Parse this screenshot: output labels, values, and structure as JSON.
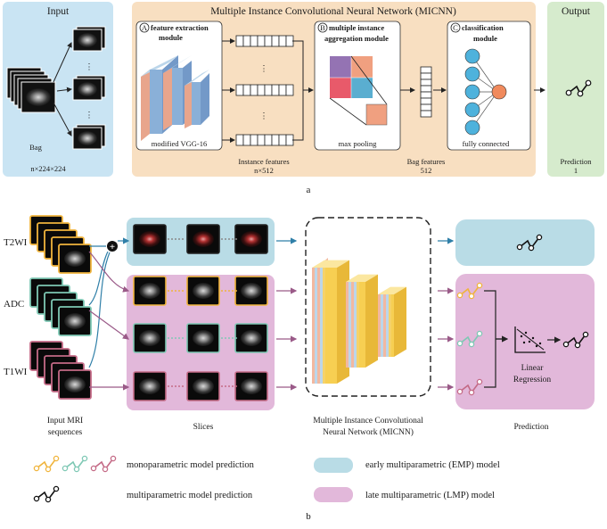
{
  "panel_a": {
    "input": {
      "title": "Input",
      "bag_label": "Bag",
      "bag_dims": "n×224×224"
    },
    "micnn": {
      "title": "Multiple Instance Convolutional Neural Network (MICNN)"
    },
    "module_a": {
      "badge": "A",
      "title_line1": "feature extraction",
      "title_line2": "module",
      "caption": "modified VGG-16"
    },
    "module_b": {
      "badge": "B",
      "title_line1": "multiple instance",
      "title_line2": "aggregation module",
      "caption": "max pooling"
    },
    "module_c": {
      "badge": "C",
      "title_line1": "classification",
      "title_line2": "module",
      "caption": "fully connected"
    },
    "instance_features": {
      "label": "Instance features",
      "dims": "n×512"
    },
    "bag_features": {
      "label": "Bag features",
      "dims": "512"
    },
    "output": {
      "title": "Output",
      "prediction_label": "Prediction",
      "prediction_value": "1"
    },
    "caption": "a"
  },
  "panel_b": {
    "sequences": [
      "T2WI",
      "ADC",
      "T1WI"
    ],
    "plus_symbol": "+",
    "input_label_line1": "Input MRI",
    "input_label_line2": "sequences",
    "slices_label": "Slices",
    "micnn_label_line1": "Multiple Instance Convolutional",
    "micnn_label_line2": "Neural Network (MICNN)",
    "prediction_label": "Prediction",
    "regression_line1": "Linear",
    "regression_line2": "Regression",
    "caption": "b"
  },
  "legend": {
    "mono": "monoparametric model prediction",
    "multi": "multiparametric model prediction",
    "emp": "early multiparametric (EMP) model",
    "lmp": "late multiparametric (LMP) model"
  },
  "colors": {
    "input_bg": "#c9e4f3",
    "micnn_bg": "#f8dfc1",
    "output_bg": "#d6ebcd",
    "emp_bg": "#b9dce6",
    "lmp_bg": "#e2b8da",
    "t2_orange": "#f0b43c",
    "adc_teal": "#7ec8b4",
    "t1_pink": "#c46a86",
    "node_blue": "#4eb2dc",
    "node_orange": "#f08a5d",
    "emp_arrow": "#2f7fa8",
    "lmp_arrow": "#9a5a88"
  }
}
